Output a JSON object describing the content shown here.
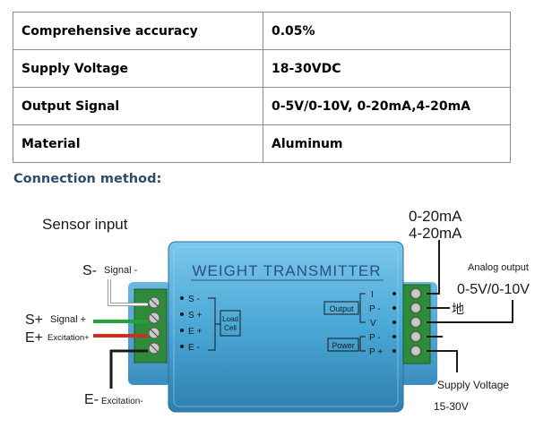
{
  "spec_rows": [
    {
      "label": "Comprehensive accuracy",
      "value": "0.05%"
    },
    {
      "label": "Supply Voltage",
      "value": "18-30VDC"
    },
    {
      "label": "Output Signal",
      "value": "0-5V/0-10V, 0-20mA,4-20mA"
    },
    {
      "label": "Material",
      "value": "Aluminum"
    }
  ],
  "connection_heading": "Connection method:",
  "diagram": {
    "device_title": "WEIGHT TRANSMITTER",
    "sensor_input": "Sensor input",
    "s_minus": {
      "sym": "S-",
      "text": "Signal -"
    },
    "s_plus": {
      "sym": "S+",
      "text": "Signal +"
    },
    "e_plus": {
      "sym": "E+",
      "text": "Excitation+"
    },
    "e_minus": {
      "sym": "E-",
      "text": "Excitation-"
    },
    "left_pins": [
      "S -",
      "S +",
      "E +",
      "E -"
    ],
    "load_cell_label": [
      "Load",
      "Cell"
    ],
    "right_pins": [
      "I",
      "P -",
      "V",
      "P -",
      "P +"
    ],
    "output_box": "Output",
    "power_box": "Power",
    "current_output": [
      "0-20mA",
      "4-20mA"
    ],
    "analog_output_label": "Analog output",
    "voltage_output": "0-5V/0-10V",
    "ground_char": "地",
    "supply_voltage_label": "Supply Voltage",
    "supply_range": "15-30V",
    "colors": {
      "housing": "#4aa8d6",
      "terminal": "#2f8a3c",
      "red_wire": "#d42a1f",
      "green_wire": "#22a33a",
      "title_text": "#2a4f8a"
    }
  }
}
